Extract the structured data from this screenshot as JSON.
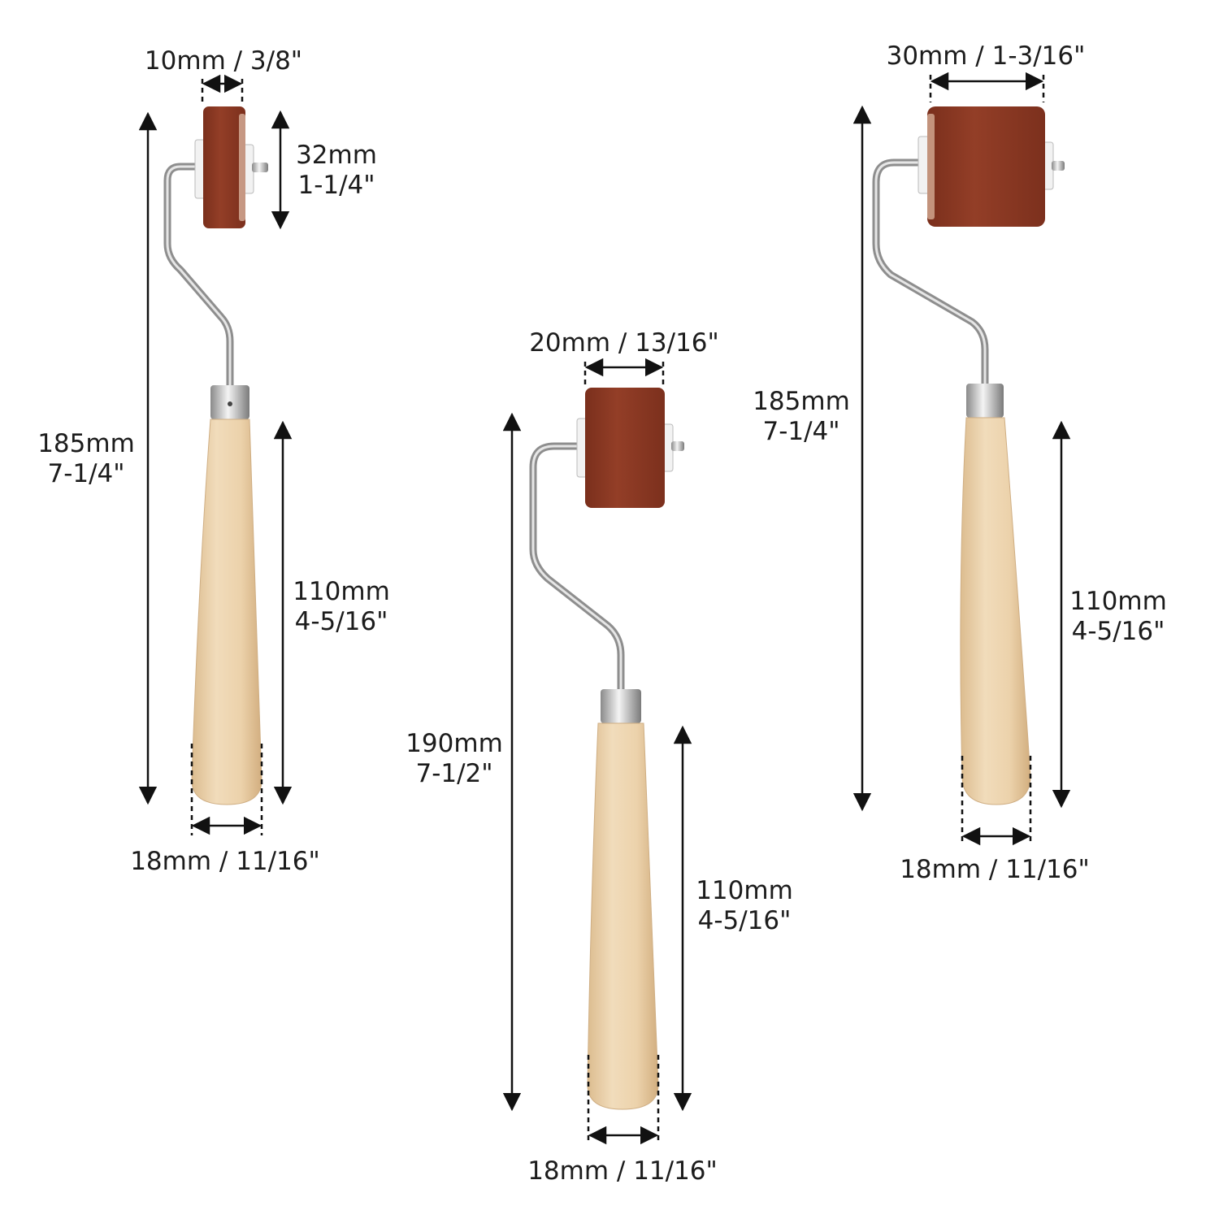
{
  "colors": {
    "rubber": "#8d3a25",
    "rubber_dark": "#6f2a19",
    "rubber_edge": "#e8c7b4",
    "wood": "#ecd2ab",
    "wood_grain": "#d9b88c",
    "steel": "#c9c9c9",
    "steel_dark": "#7d7d7d",
    "bushing": "#f2f2f2",
    "dimension": "#111111"
  },
  "rollers": [
    {
      "name": "narrow-roller",
      "width_label": "10mm / 3/8\"",
      "diameter_line1": "32mm",
      "diameter_line2": "1-1/4\"",
      "length_line1": "185mm",
      "length_line2": "7-1/4\"",
      "handle_line1": "110mm",
      "handle_line2": "4-5/16\"",
      "handle_width_label": "18mm / 11/16\""
    },
    {
      "name": "medium-roller",
      "width_label": "20mm / 13/16\"",
      "length_line1": "190mm",
      "length_line2": "7-1/2\"",
      "handle_line1": "110mm",
      "handle_line2": "4-5/16\"",
      "handle_width_label": "18mm / 11/16\""
    },
    {
      "name": "wide-roller",
      "width_label": "30mm / 1-3/16\"",
      "length_line1": "185mm",
      "length_line2": "7-1/4\"",
      "handle_line1": "110mm",
      "handle_line2": "4-5/16\"",
      "handle_width_label": "18mm / 11/16\""
    }
  ]
}
